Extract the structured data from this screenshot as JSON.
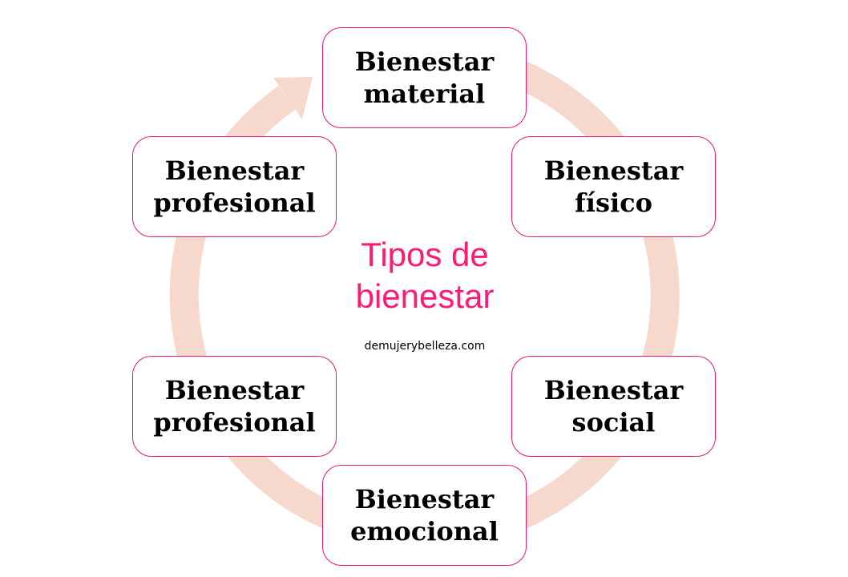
{
  "colors": {
    "ring": "#f7d8cd",
    "border": "#f0166e",
    "title": "#ff1a75"
  },
  "center": {
    "title_line1": "Tipos de",
    "title_line2": "bienestar",
    "website": "demujerybelleza.com"
  },
  "boxes": [
    {
      "line1": "Bienestar",
      "line2": "material"
    },
    {
      "line1": "Bienestar",
      "line2": "físico"
    },
    {
      "line1": "Bienestar",
      "line2": "social"
    },
    {
      "line1": "Bienestar",
      "line2": "emocional"
    },
    {
      "line1": "Bienestar",
      "line2": "profesional"
    },
    {
      "line1": "Bienestar",
      "line2": "profesional"
    }
  ]
}
